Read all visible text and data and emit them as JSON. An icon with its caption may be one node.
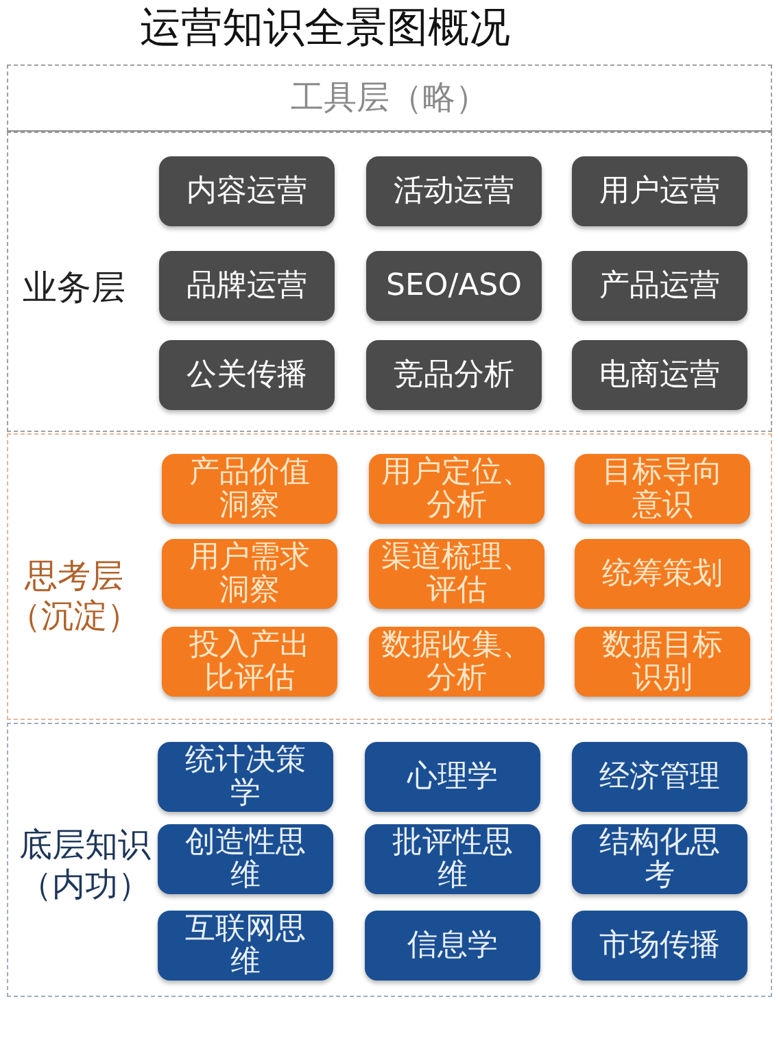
{
  "diagram": {
    "title": "运营知识全景图概况",
    "nodes": [
      {
        "text": [
          "工具层（略）"
        ]
      },
      {
        "text": [
          "业务层"
        ]
      },
      {
        "text": [
          "内容运营"
        ],
        "in": 1
      },
      {
        "text": [
          "活动运营"
        ],
        "in": 1
      },
      {
        "text": [
          "用户运营"
        ],
        "in": 1
      },
      {
        "text": [
          "品牌运营"
        ],
        "in": 1
      },
      {
        "text": [
          "SEO/ASO"
        ],
        "in": 1
      },
      {
        "text": [
          "产品运营"
        ],
        "in": 1
      },
      {
        "text": [
          "公关传播"
        ],
        "in": 1
      },
      {
        "text": [
          "竞品分析"
        ],
        "in": 1
      },
      {
        "text": [
          "电商运营"
        ],
        "in": 1
      },
      {
        "text": [
          "思考层（沉淀）"
        ]
      },
      {
        "text": [
          "产品价值洞察"
        ],
        "in": 11
      },
      {
        "text": [
          "用户定位、分析"
        ],
        "in": 11
      },
      {
        "text": [
          "目标导向意识"
        ],
        "in": 11
      },
      {
        "text": [
          "用户需求洞察"
        ],
        "in": 11
      },
      {
        "text": [
          "渠道梳理、评估"
        ],
        "in": 11
      },
      {
        "text": [
          "统筹策划"
        ],
        "in": 11
      },
      {
        "text": [
          "投入产出比评估"
        ],
        "in": 11
      },
      {
        "text": [
          "数据收集、分析"
        ],
        "in": 11
      },
      {
        "text": [
          "数据目标识别"
        ],
        "in": 11
      },
      {
        "text": [
          "底层知识（内功）"
        ]
      },
      {
        "text": [
          "统计决策学"
        ],
        "in": 21
      },
      {
        "text": [
          "心理学"
        ],
        "in": 21
      },
      {
        "text": [
          "经济管理"
        ],
        "in": 21
      },
      {
        "text": [
          "创造性思维"
        ],
        "in": 21
      },
      {
        "text": [
          "批评性思维"
        ],
        "in": 21
      },
      {
        "text": [
          "结构化思考"
        ],
        "in": 21
      },
      {
        "text": [
          "互联网思维"
        ],
        "in": 21
      },
      {
        "text": [
          "信息学"
        ],
        "in": 21
      },
      {
        "text": [
          "市场传播"
        ],
        "in": 21
      }
    ]
  }
}
